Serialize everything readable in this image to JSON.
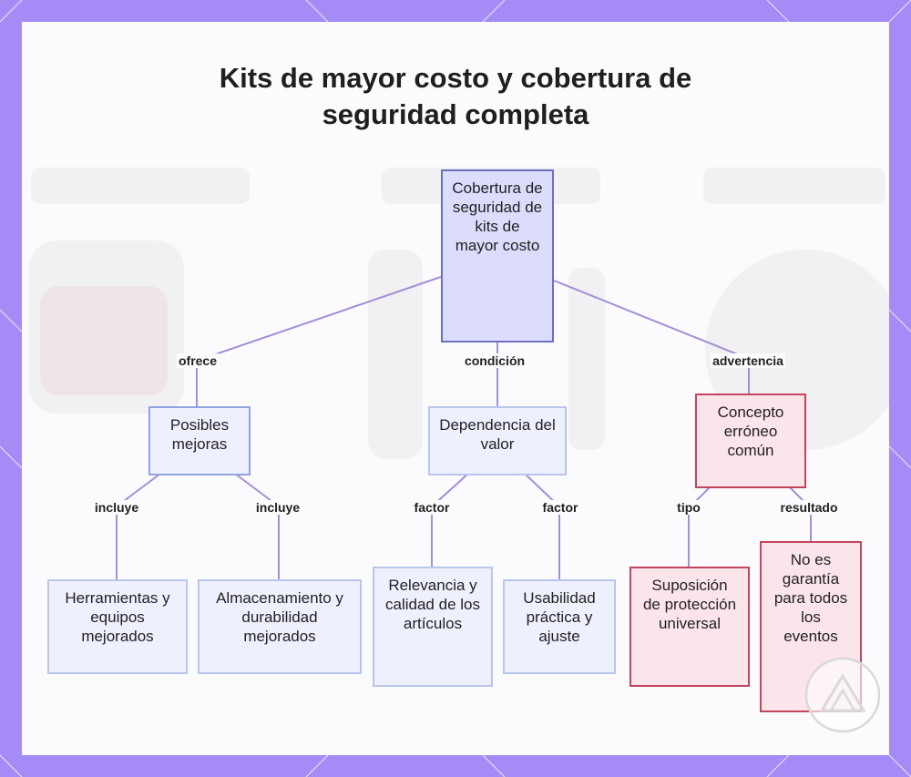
{
  "title": "Kits de mayor costo y cobertura de seguridad completa",
  "nodes": {
    "root": "Cobertura de seguridad de kits de mayor costo",
    "mejoras": "Posibles mejoras",
    "dependencia": "Dependencia del valor",
    "concepto": "Concepto erróneo común",
    "herramientas": "Herramientas y equipos mejorados",
    "almacenamiento": "Almacenamiento y durabilidad mejorados",
    "relevancia": "Relevancia y calidad de los artículos",
    "usabilidad": "Usabilidad práctica y ajuste",
    "suposicion": "Suposición de protección universal",
    "garantia": "No es garantía para todos los eventos"
  },
  "edge_labels": {
    "ofrece": "ofrece",
    "condicion": "condición",
    "advertencia": "advertencia",
    "incluye_1": "incluye",
    "incluye_2": "incluye",
    "factor_1": "factor",
    "factor_2": "factor",
    "tipo": "tipo",
    "resultado": "resultado"
  },
  "colors": {
    "frame": "#a48bf5",
    "edge": "#a58ed6",
    "root_fill": "#dcdcfc",
    "blue_fill": "#eef1fd",
    "red_fill": "#fbe4ea",
    "red_border": "#c2455c"
  }
}
